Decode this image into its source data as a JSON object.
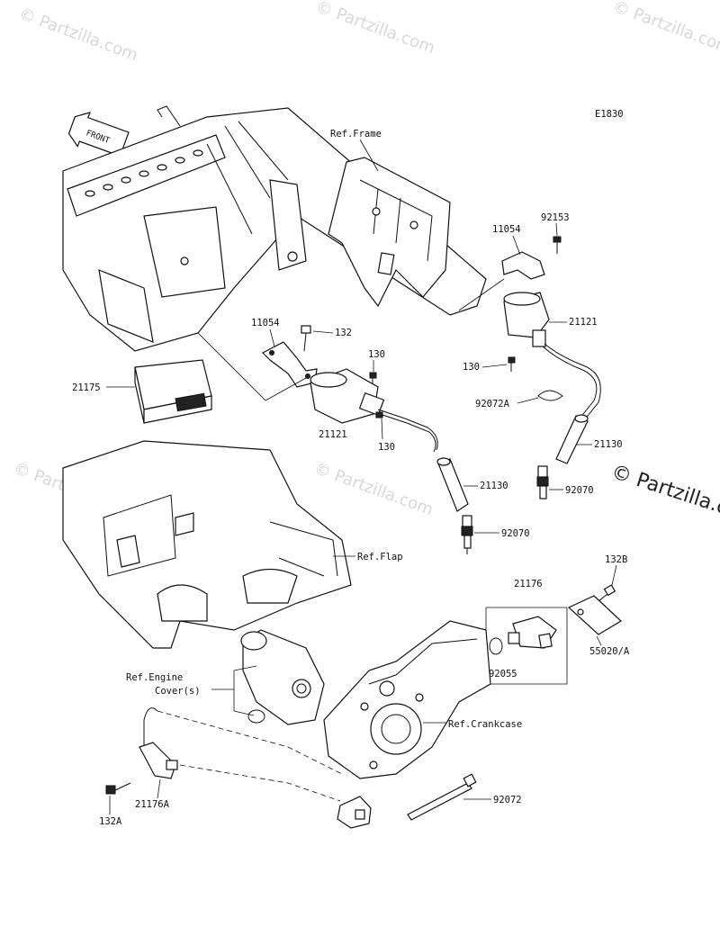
{
  "diagram_code": "E1830",
  "front_label": "FRONT",
  "watermark": "© Partzilla.com",
  "watermark_edge": "© Partzilla.c",
  "refs": {
    "frame": "Ref.Frame",
    "flap": "Ref.Flap",
    "engine_cover_line1": "Ref.Engine",
    "engine_cover_line2": "Cover(s)",
    "crankcase": "Ref.Crankcase"
  },
  "parts": {
    "p92153": "92153",
    "p11054_right": "11054",
    "p21121_right": "21121",
    "p130_right": "130",
    "p92072A": "92072A",
    "p21130_right": "21130",
    "p92070_right": "92070",
    "p11054_left": "11054",
    "p132": "132",
    "p130_mid": "130",
    "p21175": "21175",
    "p21121_left": "21121",
    "p130_lower": "130",
    "p21130_left": "21130",
    "p92070_left": "92070",
    "p132B": "132B",
    "p21176": "21176",
    "p55020A": "55020/A",
    "p92055": "92055",
    "p132A": "132A",
    "p21176A": "21176A",
    "p92072": "92072"
  }
}
